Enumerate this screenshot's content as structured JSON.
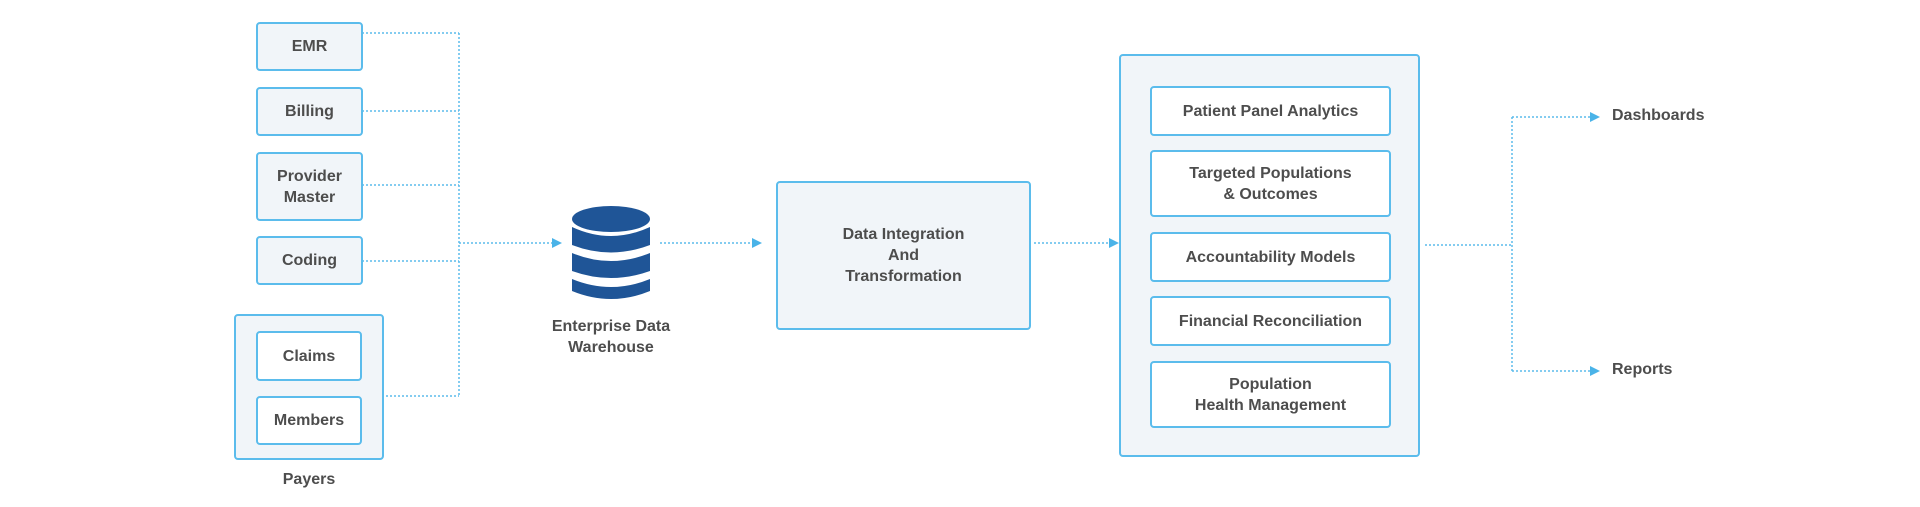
{
  "sources": {
    "emr": "EMR",
    "billing": "Billing",
    "provider_master": "Provider\nMaster",
    "coding": "Coding"
  },
  "payers": {
    "group_label": "Payers",
    "claims": "Claims",
    "members": "Members"
  },
  "warehouse": {
    "label": "Enterprise Data\nWarehouse"
  },
  "integration": {
    "label": "Data Integration\nAnd\nTransformation"
  },
  "analytics": {
    "items": [
      "Patient Panel Analytics",
      "Targeted Populations\n& Outcomes",
      "Accountability Models",
      "Financial Reconciliation",
      "Population\nHealth Management"
    ]
  },
  "outputs": {
    "dashboards": "Dashboards",
    "reports": "Reports"
  },
  "colors": {
    "border": "#5bbcec",
    "fill": "#f1f5f9",
    "database": "#1f5597",
    "arrow": "#4ab3e8"
  }
}
